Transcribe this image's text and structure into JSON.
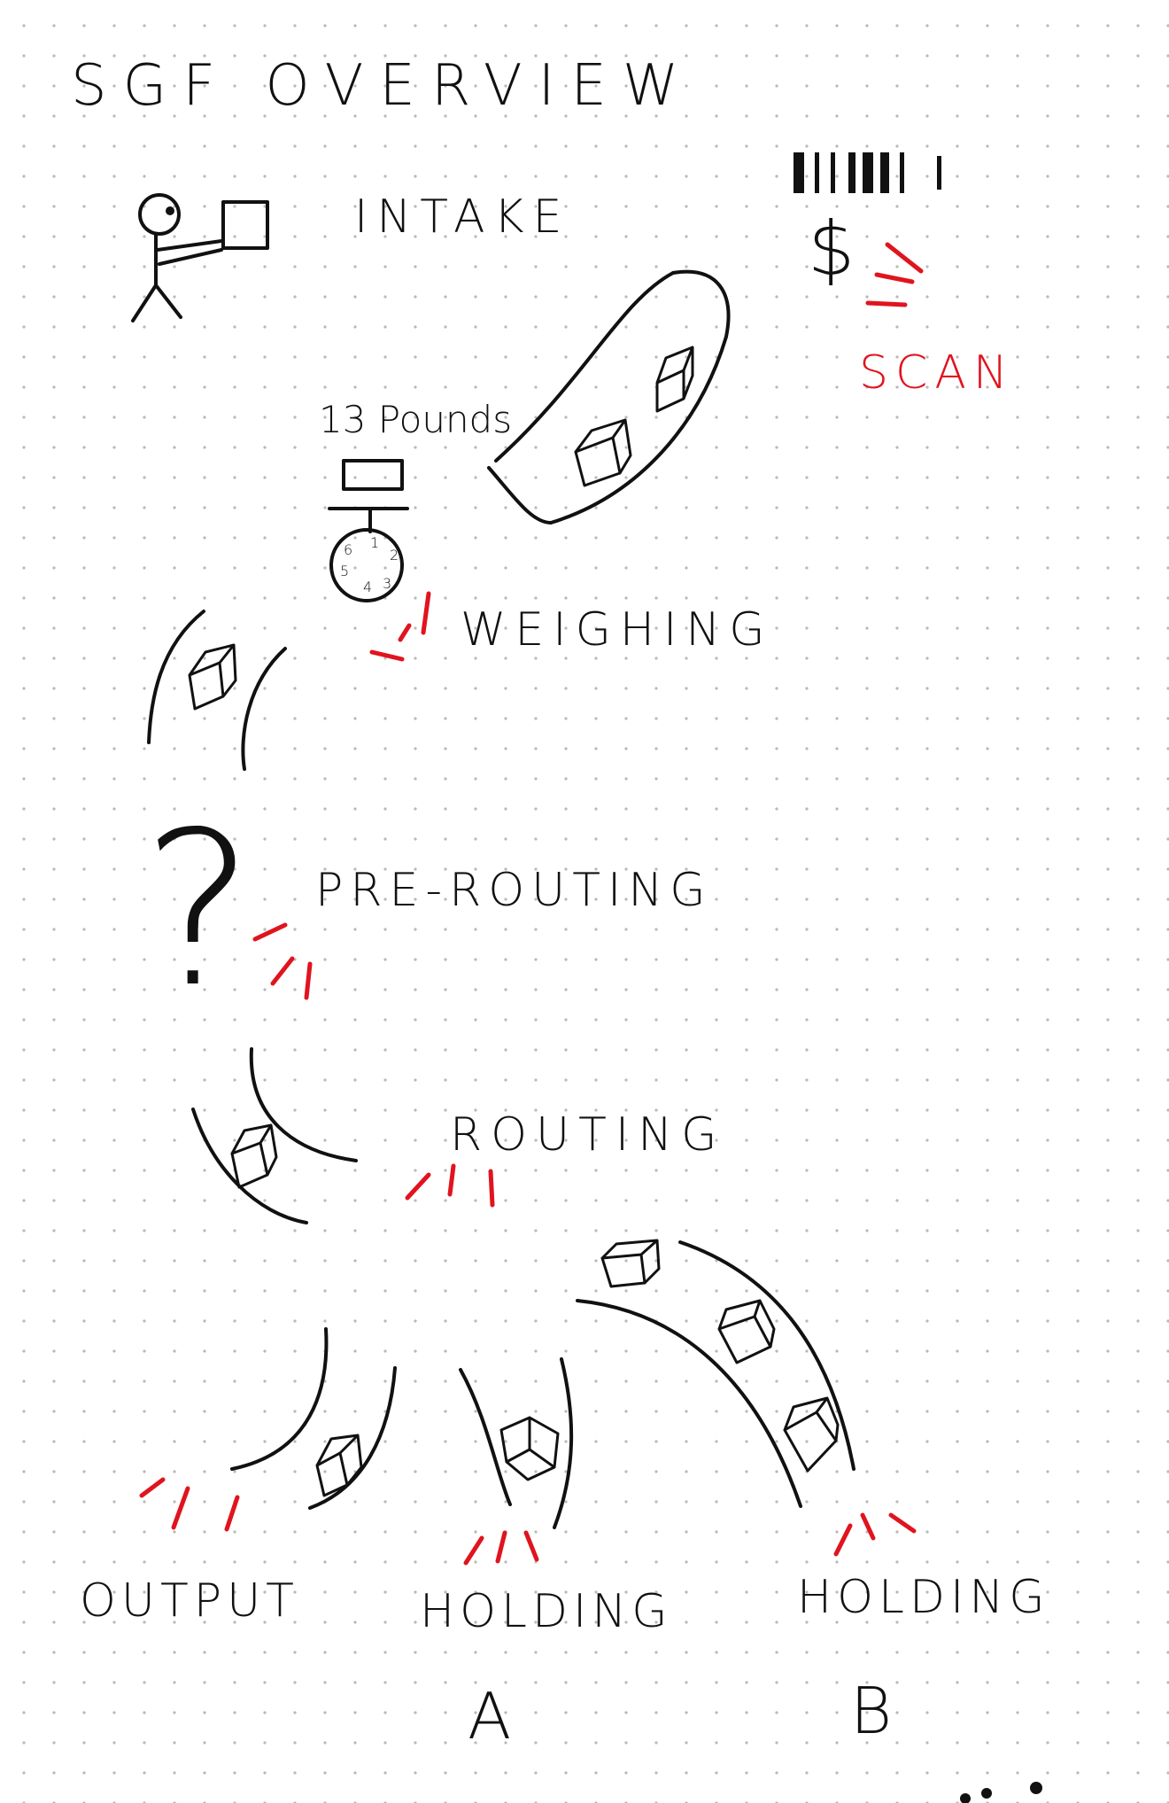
{
  "title": "SGF OVERVIEW",
  "colors": {
    "ink": "#111111",
    "accent": "#e0141e",
    "paper": "#ffffff"
  },
  "steps": {
    "intake": "INTAKE",
    "scan": "SCAN",
    "weighing": "WEIGHING",
    "pre_routing": "PRE-ROUTING",
    "routing": "ROUTING",
    "output": "OUTPUT",
    "holding_a": "HOLDING",
    "holding_b": "HOLDING",
    "holding_a_letter": "A",
    "holding_b_letter": "B"
  },
  "scale_reading": "13 Pounds",
  "currency_symbol": "$",
  "question_mark": "?",
  "dial_digits": [
    "6",
    "1",
    "2",
    "5",
    "4",
    "3"
  ],
  "icons": [
    "stick-figure-icon",
    "barcode-icon",
    "dollar-icon",
    "scale-icon",
    "question-mark-icon",
    "box-icon",
    "conveyor-belt-icon"
  ]
}
